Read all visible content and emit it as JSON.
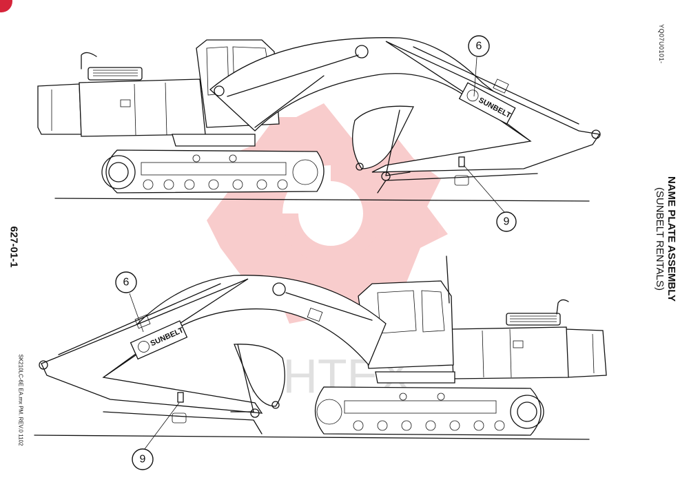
{
  "title": {
    "main": "NAME PLATE ASSEMBLY",
    "sub": "(SUNBELT RENTALS)"
  },
  "doc_code": "YQ07U0101-",
  "page_number": "627-01-1",
  "footer_ref": "SK210LC-6E EA.mx PM. REV.0 1102",
  "callouts": {
    "top_nameplate": "6",
    "top_bracket": "9",
    "bottom_nameplate": "6",
    "bottom_bracket": "9"
  },
  "nameplate": {
    "brand_top": "SUNBELT",
    "brand_bottom": "SUNBELT"
  },
  "watermark": {
    "text": "ИНТЕХ",
    "color": "#e84a4a"
  },
  "colors": {
    "line": "#111111",
    "corner_badge": "#d6243a"
  }
}
